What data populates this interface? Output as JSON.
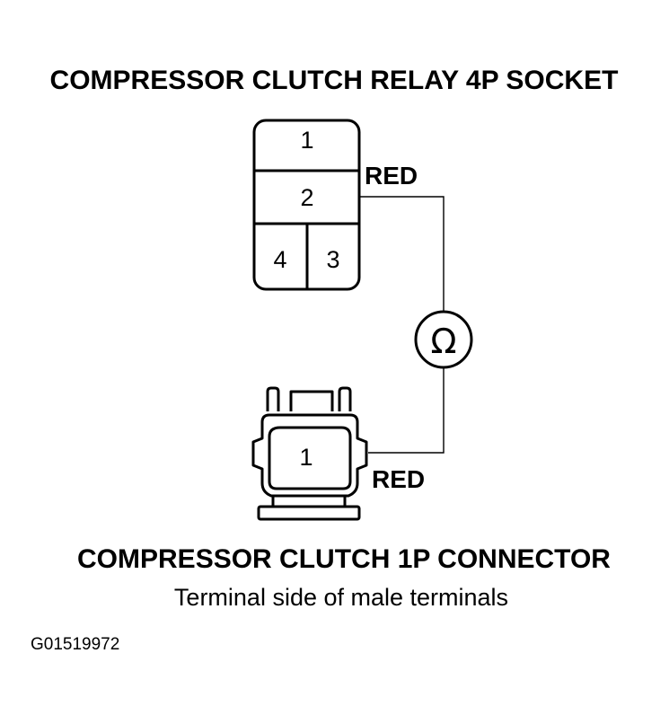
{
  "relay_socket": {
    "title": "COMPRESSOR CLUTCH RELAY 4P SOCKET",
    "pins": [
      "1",
      "2",
      "3",
      "4"
    ],
    "wire_label": "RED"
  },
  "clutch_connector": {
    "title": "COMPRESSOR CLUTCH 1P CONNECTOR",
    "subtitle": "Terminal side of male terminals",
    "pins": [
      "1"
    ],
    "wire_label": "RED"
  },
  "meter": {
    "symbol": "Ω",
    "icon": "ohmmeter-icon"
  },
  "figure_code": "G01519972",
  "colors": {
    "ink": "#000000",
    "background": "#ffffff"
  }
}
